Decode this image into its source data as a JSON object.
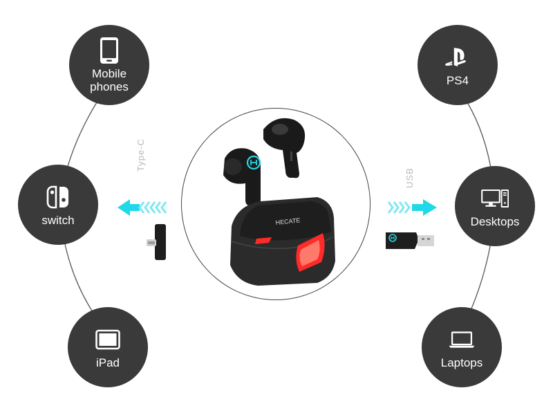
{
  "devices": {
    "mobile": {
      "label": "Mobile phones",
      "icon": "smartphone-icon"
    },
    "switch": {
      "label": "switch",
      "icon": "nintendo-switch-icon"
    },
    "ipad": {
      "label": "iPad",
      "icon": "tablet-icon"
    },
    "ps4": {
      "label": "PS4",
      "icon": "playstation-icon"
    },
    "desktops": {
      "label": "Desktops",
      "icon": "desktop-computer-icon"
    },
    "laptops": {
      "label": "Laptops",
      "icon": "laptop-icon"
    }
  },
  "connectors": {
    "left": {
      "label": "Type-C",
      "arrow_color": "#1fd8e8"
    },
    "right": {
      "label": "USB",
      "arrow_color": "#1fd8e8"
    }
  },
  "product": {
    "case_brand": "HECATE",
    "accent_color": "#ff2a2a",
    "led_color": "#28d6e8"
  },
  "colors": {
    "node_bg": "#3a3a3a",
    "node_text": "#ffffff",
    "line": "#555555"
  }
}
